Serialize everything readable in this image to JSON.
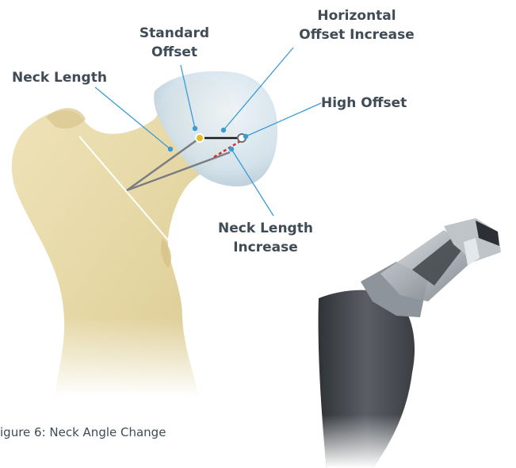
{
  "labels": {
    "standard_offset": [
      "Standard",
      "Offset"
    ],
    "horizontal_offset_increase": [
      "Horizontal",
      "Offset Increase"
    ],
    "neck_length": "Neck Length",
    "high_offset": "High Offset",
    "neck_length_increase": [
      "Neck Length",
      "Increase"
    ]
  },
  "caption": "igure 6: Neck Angle Change",
  "colors": {
    "label_text": "#3f4b56",
    "leader_line": "#3a9bd5",
    "bone": "#e9ddb0",
    "femoral_head": "#d8e6ee",
    "standard_offset_dot": "#e8b923",
    "offset_line": "#1a1a1a",
    "increase_dash": "#d0342c",
    "implant_stem": "#4a4d52"
  }
}
